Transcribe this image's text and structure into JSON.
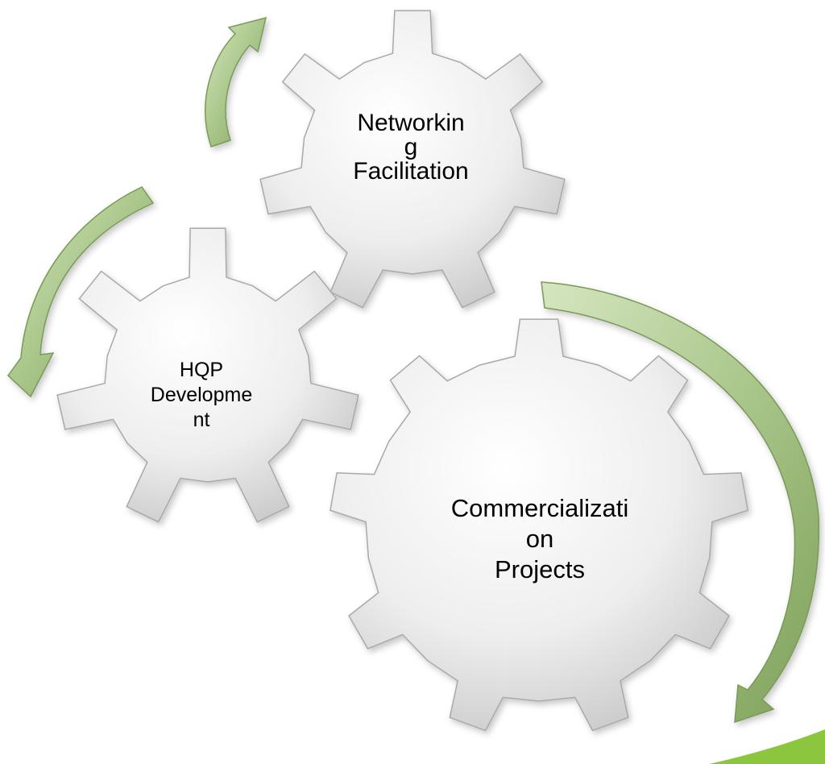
{
  "diagram": {
    "gears": [
      {
        "id": "networking",
        "lines": [
          "Networkin",
          "g",
          "Facilitation"
        ]
      },
      {
        "id": "hqp",
        "lines": [
          "HQP",
          "Developme",
          "nt"
        ]
      },
      {
        "id": "commercialization",
        "lines": [
          "Commercializati",
          "on",
          "Projects"
        ]
      }
    ],
    "colors": {
      "gear_light": "#ffffff",
      "gear_mid": "#eeeeee",
      "gear_dark": "#c3c3c3",
      "gear_edge": "#a9a9a9",
      "arrow_light": "#d6e6c0",
      "arrow_mid": "#a9c68a",
      "arrow_dark": "#7ea15a",
      "accent_green": "#8cc63f"
    }
  }
}
